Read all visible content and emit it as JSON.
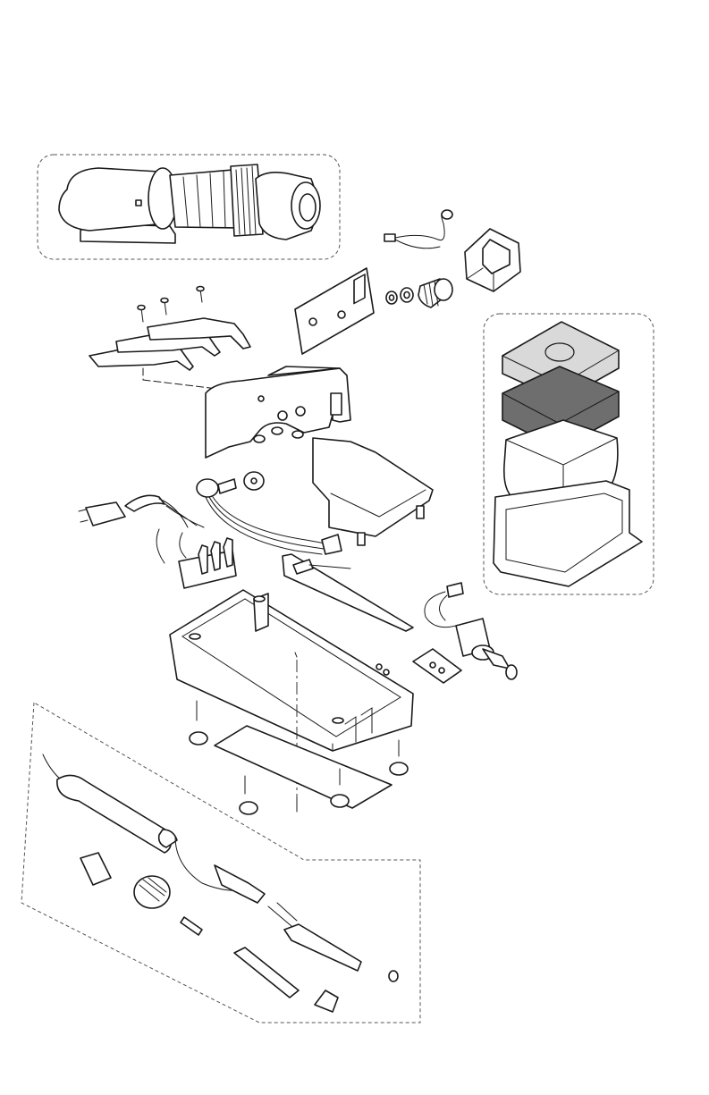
{
  "diagram": {
    "type": "exploded-parts-view",
    "groups": [
      {
        "name": "handpiece-assembly-group",
        "style": "dashed-rounded-frame"
      },
      {
        "name": "tip-cleaning-sponge-group",
        "style": "dashed-rounded-frame"
      },
      {
        "name": "heater-iron-parts-group",
        "style": "dashed-frame"
      }
    ],
    "colors": {
      "line": "#1a1a1a",
      "sponge_light": "#d9d9d9",
      "sponge_dark": "#6e6e6e",
      "frame": "#555555",
      "background": "#ffffff"
    }
  }
}
